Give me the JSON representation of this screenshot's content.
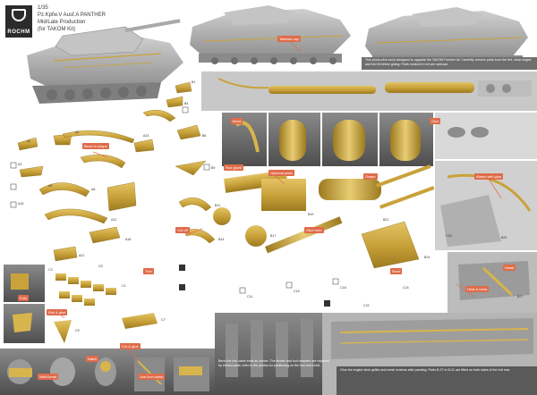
{
  "header": {
    "brand": "ROCHM",
    "scale": "1/35",
    "subject": "Pz.Kpfw.V Ausf.A PANTHER",
    "production": "Mid/Late Production",
    "kit": "(for TAKOM Kit)"
  },
  "callouts": {
    "c1": "Tailwind cap",
    "c2": "Bend to shape",
    "c3": "Rod glued",
    "c4": "Attach with glue",
    "c5": "Cut off",
    "c6": "Optional parts",
    "c7": "Heat & bend",
    "c8": "Roll & glue",
    "c9": "Cut & glue",
    "c10": "Bend",
    "c11": "Glue",
    "c12": "Weld bead",
    "c13": "Use tool clamp",
    "c14": "Fold",
    "c15": "Shape",
    "c16": "Glue here",
    "c17": "Trim",
    "c18": "Bend",
    "c19": "Detail",
    "c20": "Hatch"
  },
  "notes": {
    "top": "This photo-etch set is designed to upgrade the TAKOM Panther kit. Carefully remove parts from the fret, clean edges and test fit before gluing. Parts marked in red are optional.",
    "bottom_left": "Bend the tow cable ends as shown. The fender and tool brackets are replaced by etched parts; refer to the photos for positioning on the hull and turret.",
    "bottom_right": "Glue the engine deck grilles and mesh screens after painting. Parts B-27 to B-31 are fitted on both sides of the hull rear."
  },
  "part_numbers": [
    "A1",
    "A2",
    "A3",
    "A5",
    "A8",
    "A12",
    "A15",
    "A18",
    "A21",
    "A23",
    "B1",
    "B4",
    "B6",
    "B9",
    "B11",
    "B14",
    "B17",
    "B19",
    "B21",
    "B24",
    "B27",
    "B29",
    "C1",
    "C3",
    "C5",
    "C7",
    "C9",
    "C11",
    "C15",
    "C18",
    "C22",
    "C24",
    "C26"
  ],
  "colors": {
    "brass": "#c9a23a",
    "brass_dark": "#a07f22",
    "grey_model": "#b8b8b8",
    "callout": "#e06b4a",
    "photo_bg": "#6f6f6f"
  }
}
